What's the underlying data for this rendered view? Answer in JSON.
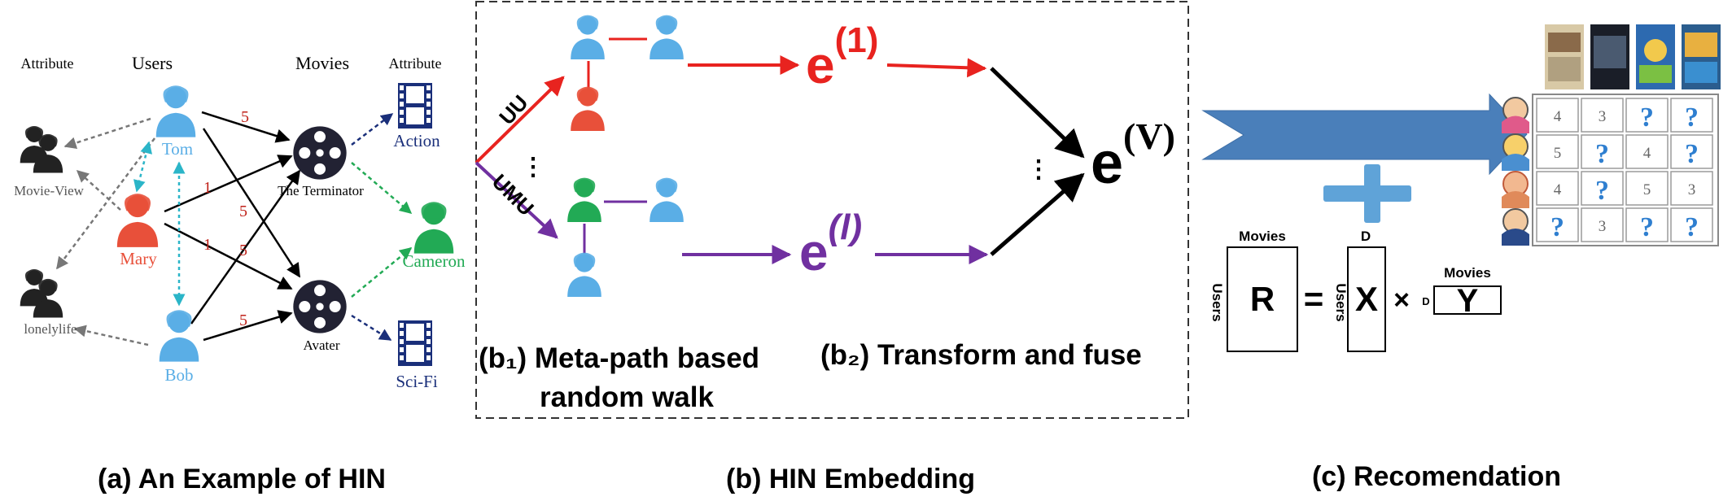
{
  "panel_a": {
    "caption": "(a) An Example of HIN",
    "header_attr_left": "Attribute",
    "header_users": "Users",
    "header_movies": "Movies",
    "header_attr_right": "Attribute",
    "groups": [
      "Movie-View",
      "lonelylife"
    ],
    "users": [
      "Tom",
      "Mary",
      "Bob"
    ],
    "movies": [
      "The Terminator",
      "Avater"
    ],
    "genres": [
      "Action",
      "Cameron",
      "Sci-Fi"
    ],
    "ratings": [
      "5",
      "1",
      "5",
      "1",
      "5",
      "5"
    ],
    "colors": {
      "user_tom": "#5aaee6",
      "user_mary": "#e8503a",
      "user_bob": "#5aaee6",
      "movie": "#222233",
      "genre_blue": "#1a2f7a",
      "genre_green": "#22aa55",
      "rating": "#c0221a"
    }
  },
  "panel_b": {
    "caption": "(b) HIN Embedding",
    "path_uu": "UU",
    "path_umu": "UMU",
    "vdots": "⋮",
    "b1_label": "(b₁) Meta-path based",
    "b1_label2": "random walk",
    "b2_label": "(b₂) Transform and fuse",
    "e_base": "e",
    "e1_sup": "(1)",
    "el_sup": "(l)",
    "ev_sup": "(V)",
    "colors": {
      "red": "#e8231f",
      "purple": "#7030a0",
      "black": "#000000"
    }
  },
  "panel_c": {
    "caption": "(c) Recomendation",
    "plus": "+",
    "matrix_r": "R",
    "matrix_x": "X",
    "matrix_y": "Y",
    "equals": "=",
    "times": "×",
    "label_movies_r": "Movies",
    "label_users_r": "Users",
    "label_d_x": "D",
    "label_users_x": "Users",
    "label_movies_y": "Movies",
    "label_d_y": "D",
    "grid": [
      [
        "4",
        "3",
        "?",
        "?"
      ],
      [
        "5",
        "?",
        "4",
        "?"
      ],
      [
        "4",
        "?",
        "5",
        "3"
      ],
      [
        "?",
        "3",
        "?",
        "?"
      ]
    ],
    "colors": {
      "arrow": "#4a7fba",
      "question": "#2f7fd0",
      "plus": "#5fa3d8"
    }
  }
}
